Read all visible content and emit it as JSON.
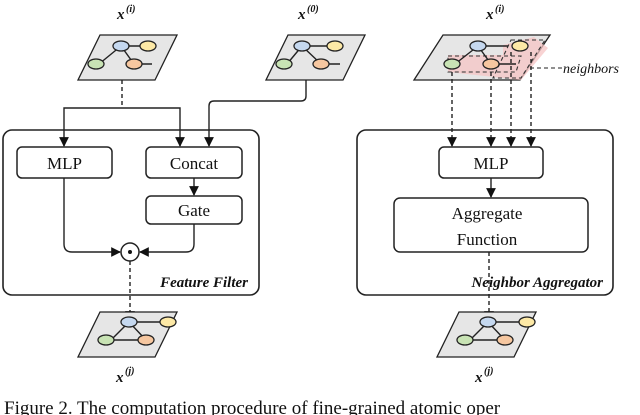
{
  "left": {
    "input_label": "x",
    "input_sup": "(i)",
    "input2_label": "x",
    "input2_sup": "(0)",
    "mlp_label": "MLP",
    "concat_label": "Concat",
    "gate_label": "Gate",
    "product_symbol": "⊙",
    "module_title": "Feature Filter",
    "output_label": "x",
    "output_sup": "(j)"
  },
  "right": {
    "input_label": "x",
    "input_sup": "(i)",
    "neighbors_label": "neighbors",
    "mlp_label": "MLP",
    "aggregate_line1": "Aggregate",
    "aggregate_line2": "Function",
    "module_title": "Neighbor Aggregator",
    "output_label": "x",
    "output_sup": "(j)"
  },
  "caption": "Figure 2. The computation procedure of fine-grained atomic oper",
  "colors": {
    "node_blue": "#c5d8ef",
    "node_yellow": "#fde9a6",
    "node_orange": "#f6c7a0",
    "node_green": "#c8e3b4",
    "plane_fill": "#e6e6e6",
    "highlight_fill": "#f6c4c4"
  }
}
